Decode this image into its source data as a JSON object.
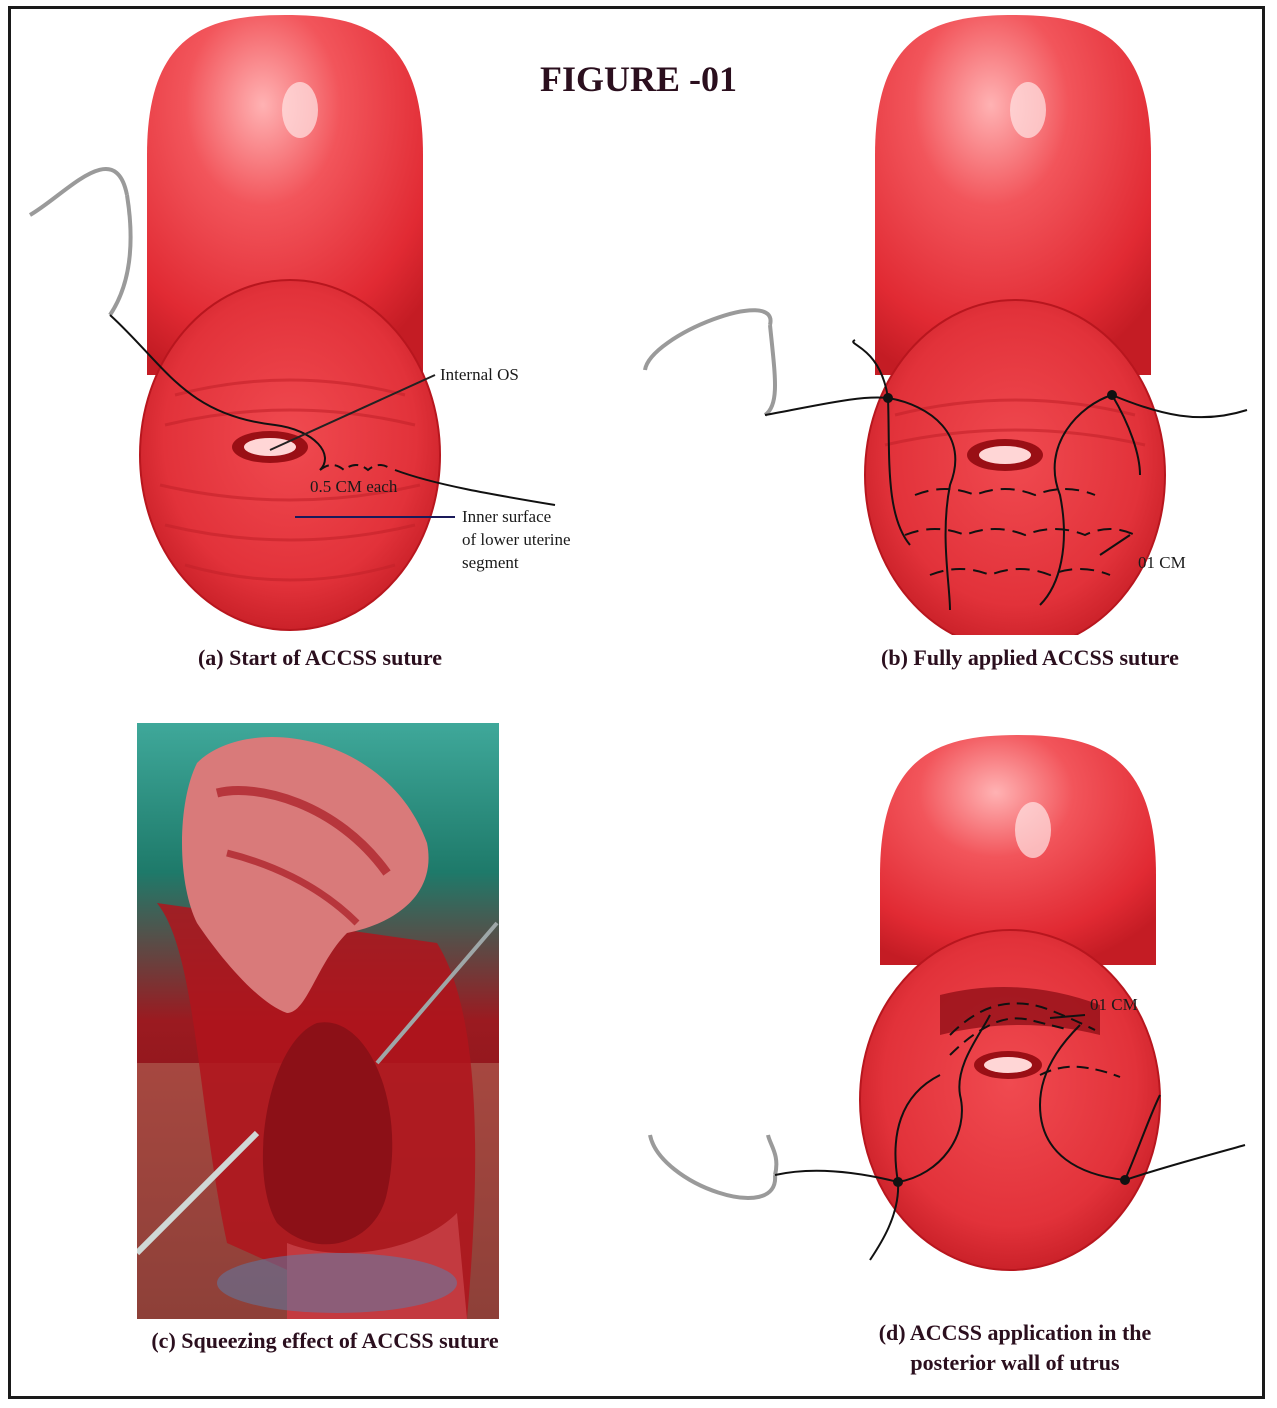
{
  "figure": {
    "title": "FIGURE -01",
    "colors": {
      "uterus": "#e8343d",
      "uterus_light": "#ff8f92",
      "uterus_dark": "#b3141c",
      "suture": "#111111",
      "needle": "#9a9a9a",
      "text": "#2b0f1e"
    }
  },
  "panels": [
    {
      "id": "a",
      "caption": "(a) Start of ACCSS suture",
      "labels": {
        "internal_os": "Internal OS",
        "spacing": "0.5 CM each",
        "inner_surface_1": "Inner surface",
        "inner_surface_2": "of lower uterine",
        "inner_surface_3": "segment"
      }
    },
    {
      "id": "b",
      "caption": "(b) Fully applied ACCSS suture",
      "labels": {
        "spacing": "01 CM"
      }
    },
    {
      "id": "c",
      "caption": "(c) Squeezing effect of ACCSS suture"
    },
    {
      "id": "d",
      "caption_line1": "(d) ACCSS application in the",
      "caption_line2": "posterior wall of utrus",
      "labels": {
        "spacing": "01 CM"
      }
    }
  ]
}
